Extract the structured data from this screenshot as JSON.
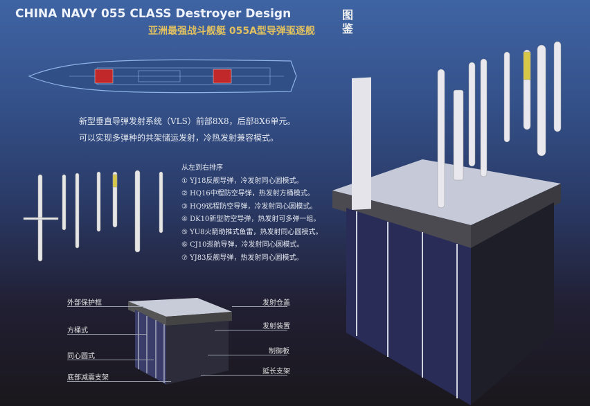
{
  "header": {
    "title_en": "CHINA NAVY 055 CLASS Destroyer Design",
    "title_cn": "亚洲最强战斗舰艇 055A型导弹驱逐舰",
    "seal": "图鉴"
  },
  "description": [
    "新型垂直导弹发射系统（VLS）前部8X8，后部8X6单元。",
    "可以实现多弹种的共架储运发射，冷热发射兼容模式。"
  ],
  "missile_list": {
    "heading": "从左到右排序",
    "items": [
      "① YJ18反舰导弹，冷发射同心圆模式。",
      "② HQ16中程防空导弹，热发射方桶模式。",
      "③ HQ9远程防空导弹，冷发射同心圆模式。",
      "④ DK10新型防空导弹，热发射可多弹一组。",
      "⑤ YU8火箭助推式鱼雷，热发射同心圆模式。",
      "⑥ CJ10巡航导弹，冷发射同心圆模式。",
      "⑦ YJ83反舰导弹，热发射同心圆模式。"
    ]
  },
  "vls_labels": {
    "left": [
      "外部保护框",
      "方桶式",
      "同心圆式",
      "底部减震支架"
    ],
    "right": [
      "发射仓盖",
      "发射装置",
      "制御板",
      "延长支架"
    ]
  },
  "colors": {
    "accent_gold": "#e0c060",
    "vls_cell_red": "#c0282a",
    "ship_outline": "#8fb4e8"
  }
}
